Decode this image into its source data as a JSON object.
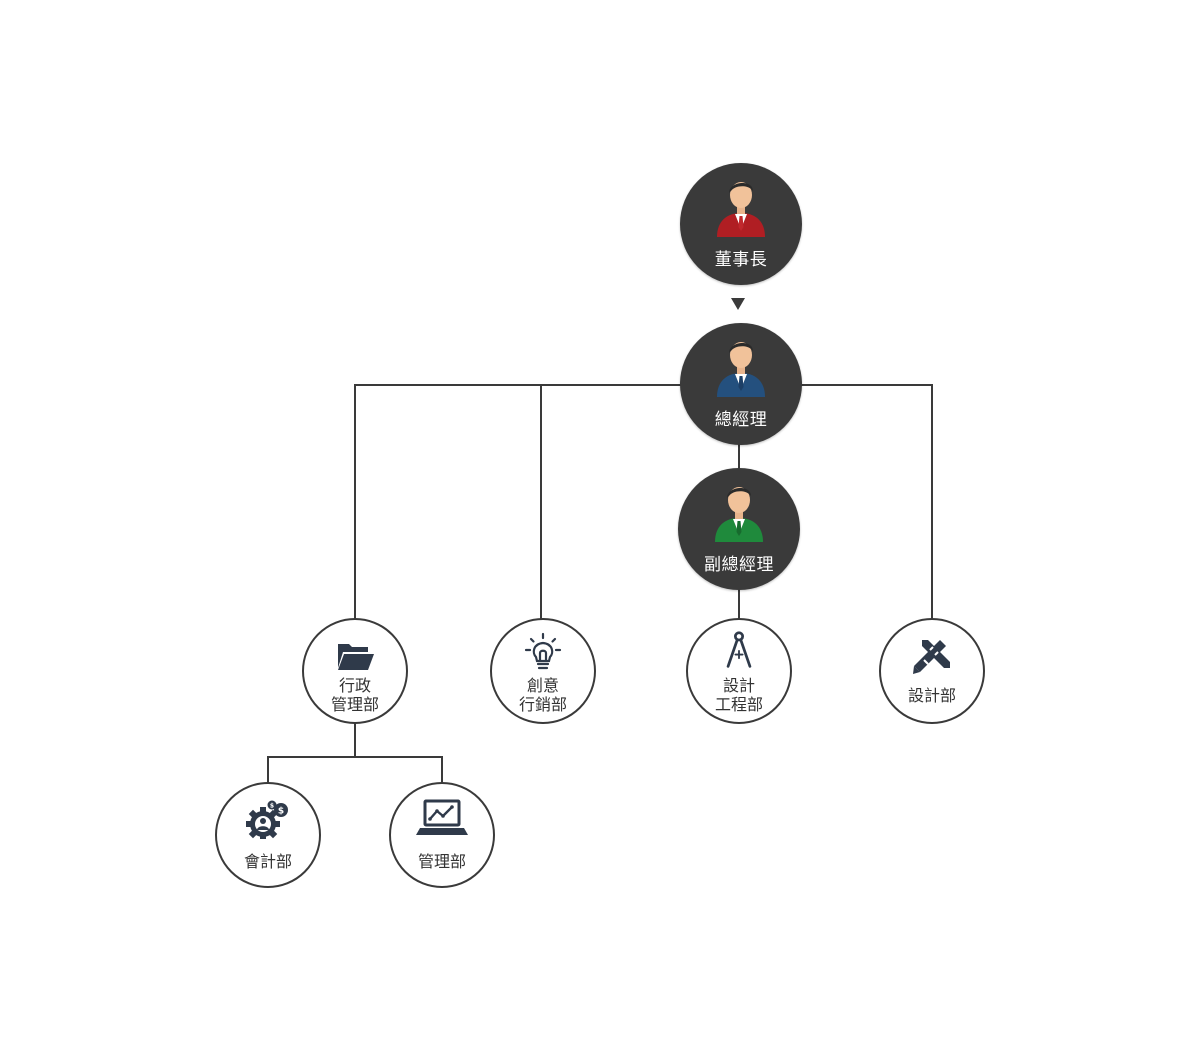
{
  "colors": {
    "line": "#3a3a3a",
    "exec_fill": "#3a3a3a",
    "chairman_suit": "#b01e23",
    "gm_suit": "#24507e",
    "vgm_suit": "#1f8a3c",
    "icon": "#2f3a4a"
  },
  "executives": {
    "chairman": {
      "label": "董事長",
      "icon": "person-red-suit-icon"
    },
    "general_manager": {
      "label": "總經理",
      "icon": "person-blue-suit-icon"
    },
    "vice_general_manager": {
      "label": "副總經理",
      "icon": "person-green-suit-icon"
    }
  },
  "departments": {
    "admin": {
      "line1": "行政",
      "line2": "管理部",
      "icon": "folder-icon"
    },
    "creative": {
      "line1": "創意",
      "line2": "行銷部",
      "icon": "lightbulb-icon"
    },
    "engineering": {
      "line1": "設計",
      "line2": "工程部",
      "icon": "compass-icon"
    },
    "design": {
      "line1": "設計部",
      "icon": "pencil-ruler-icon"
    },
    "accounting": {
      "line1": "會計部",
      "icon": "gear-dollar-icon"
    },
    "management": {
      "line1": "管理部",
      "icon": "laptop-chart-icon"
    }
  }
}
